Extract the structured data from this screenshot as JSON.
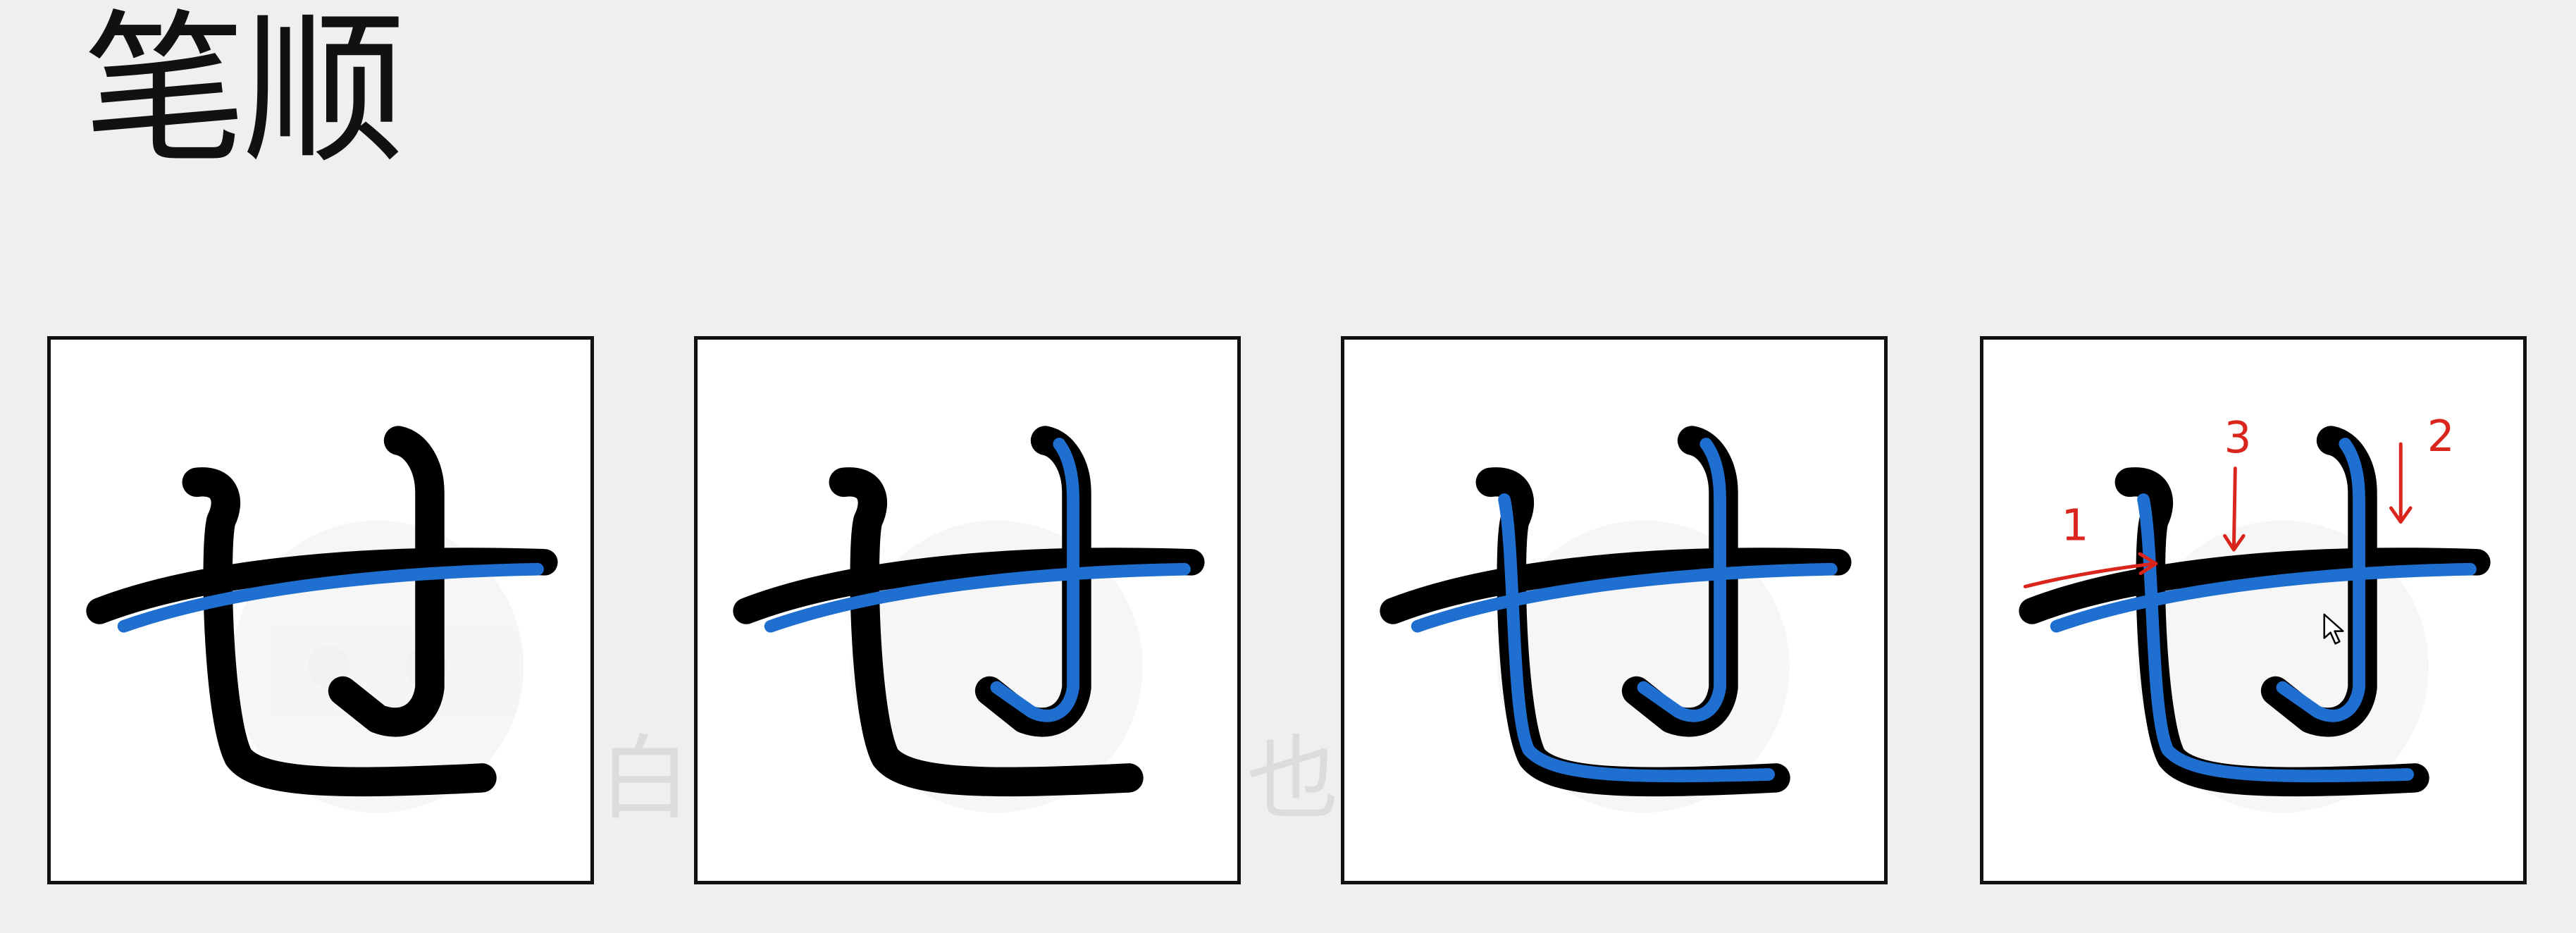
{
  "page": {
    "title": "笔顺"
  },
  "panels": [
    {
      "name": "stroke-order-step-1",
      "highlighted_strokes": 1
    },
    {
      "name": "stroke-order-step-2",
      "highlighted_strokes": 2
    },
    {
      "name": "stroke-order-step-3",
      "highlighted_strokes": 3
    },
    {
      "name": "stroke-order-step-4-annotated",
      "highlighted_strokes": 3
    }
  ],
  "annotations": {
    "stroke_1": "1",
    "stroke_2": "2",
    "stroke_3": "3"
  },
  "watermark": {
    "left": "白",
    "middle": "也"
  },
  "colors": {
    "highlight": "#1f6fd1",
    "ink": "#000000",
    "annotation": "#d9251c"
  }
}
